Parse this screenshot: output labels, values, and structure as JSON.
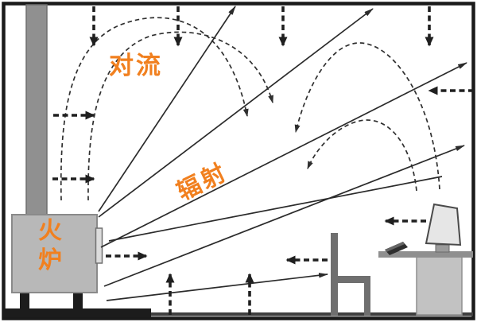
{
  "diagram": {
    "labels": {
      "convection": "对流",
      "radiation": "辐射",
      "stove": "火炉"
    },
    "colors": {
      "label_orange": "#f1801f",
      "line_dark": "#2b2b2b",
      "dashed_dark": "#1f1f1f",
      "stove_gray": "#b8b8b8",
      "chimney_gray": "#909090",
      "furniture_gray": "#6f6f6f",
      "monitor_gray": "#e6e6e6",
      "frame_black": "#1a1a1a"
    },
    "icons": {
      "stove": "stove-icon",
      "chimney": "chimney-icon",
      "chair": "chair-icon",
      "desk": "desk-icon",
      "monitor": "monitor-icon",
      "keyboard": "keyboard-icon",
      "solid_arrow": "radiation-arrow-icon",
      "dashed_arrow": "convection-arrow-icon"
    }
  }
}
